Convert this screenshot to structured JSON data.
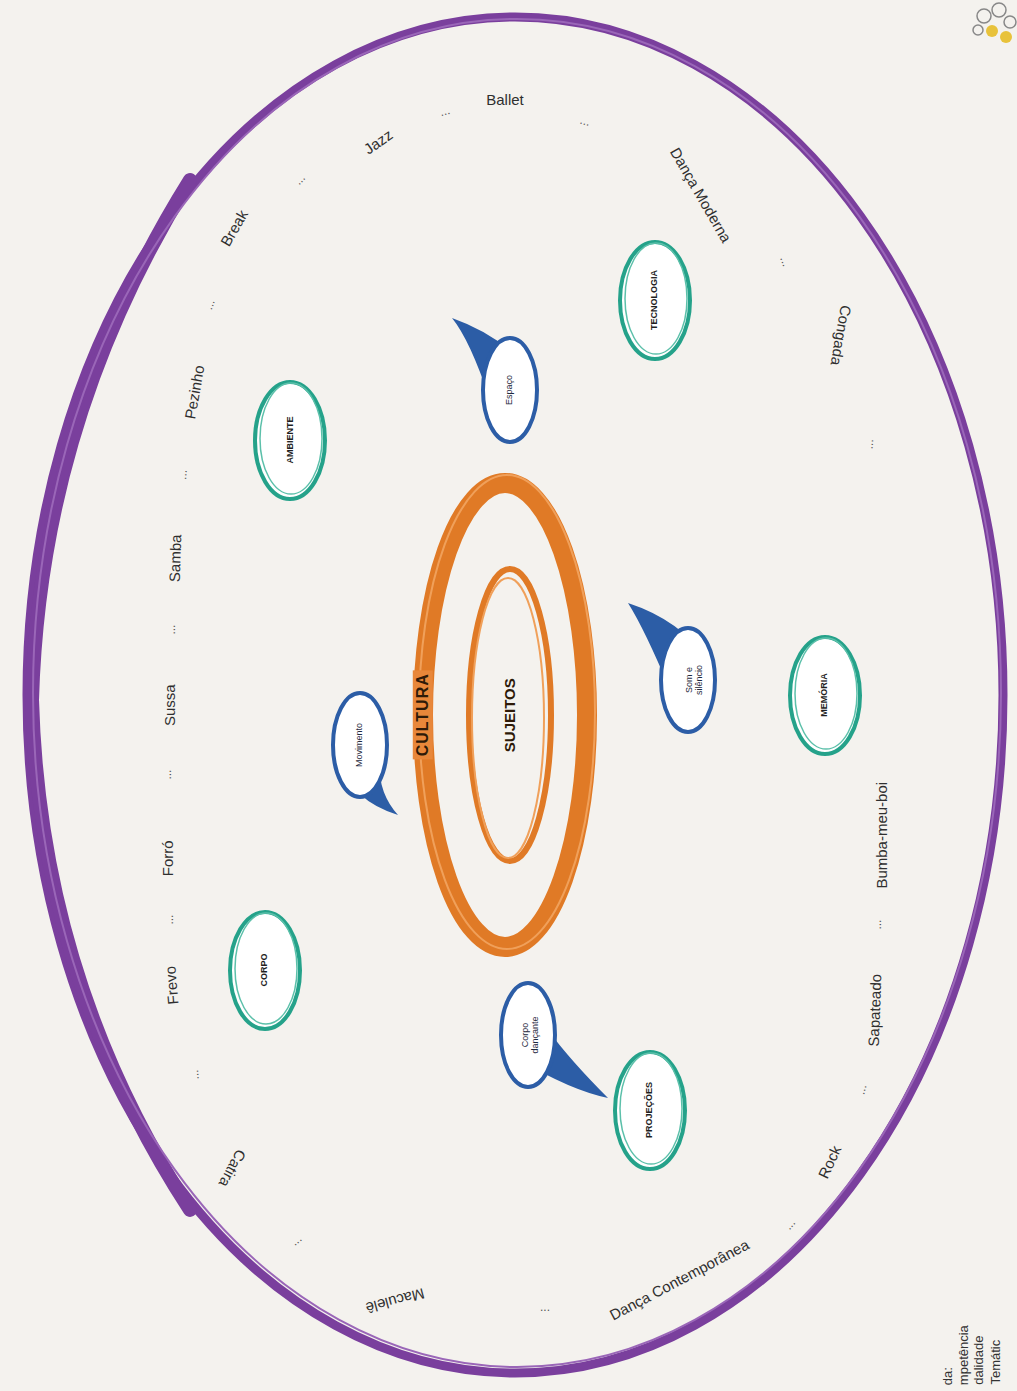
{
  "diagram": {
    "nodes": [
      {
        "text": [
          "CULTURA"
        ]
      },
      {
        "text": [
          "SUJEITOS"
        ],
        "in": 0
      },
      {
        "text": [
          "AMBIENTE"
        ]
      },
      {
        "text": [
          "TECNOLOGIA"
        ]
      },
      {
        "text": [
          "MEMÓRIA"
        ]
      },
      {
        "text": [
          "PROJEÇÕES"
        ]
      },
      {
        "text": [
          "CORPO"
        ]
      },
      {
        "text": [
          "Movimento"
        ]
      },
      {
        "text": [
          "Espaço"
        ]
      },
      {
        "text": [
          "Som e silêncio"
        ]
      },
      {
        "text": [
          "Corpo dançante"
        ]
      }
    ],
    "labels": [
      "Ballet",
      "...",
      "Dança Moderna",
      "...",
      "Congada",
      "...",
      "Bumba-meu-boi",
      "...",
      "Sapateado",
      "...",
      "Rock",
      "...",
      "Dança Contemporânea",
      "...",
      "Maculelê",
      "...",
      "Catira",
      "...",
      "Frevo",
      "...",
      "Forró",
      "...",
      "Sussa",
      "...",
      "Samba",
      "...",
      "Pezinho",
      "...",
      "Break",
      "...",
      "Jazz",
      "...",
      "da:",
      "mpetência",
      "dalidade",
      "Temátic"
    ]
  }
}
